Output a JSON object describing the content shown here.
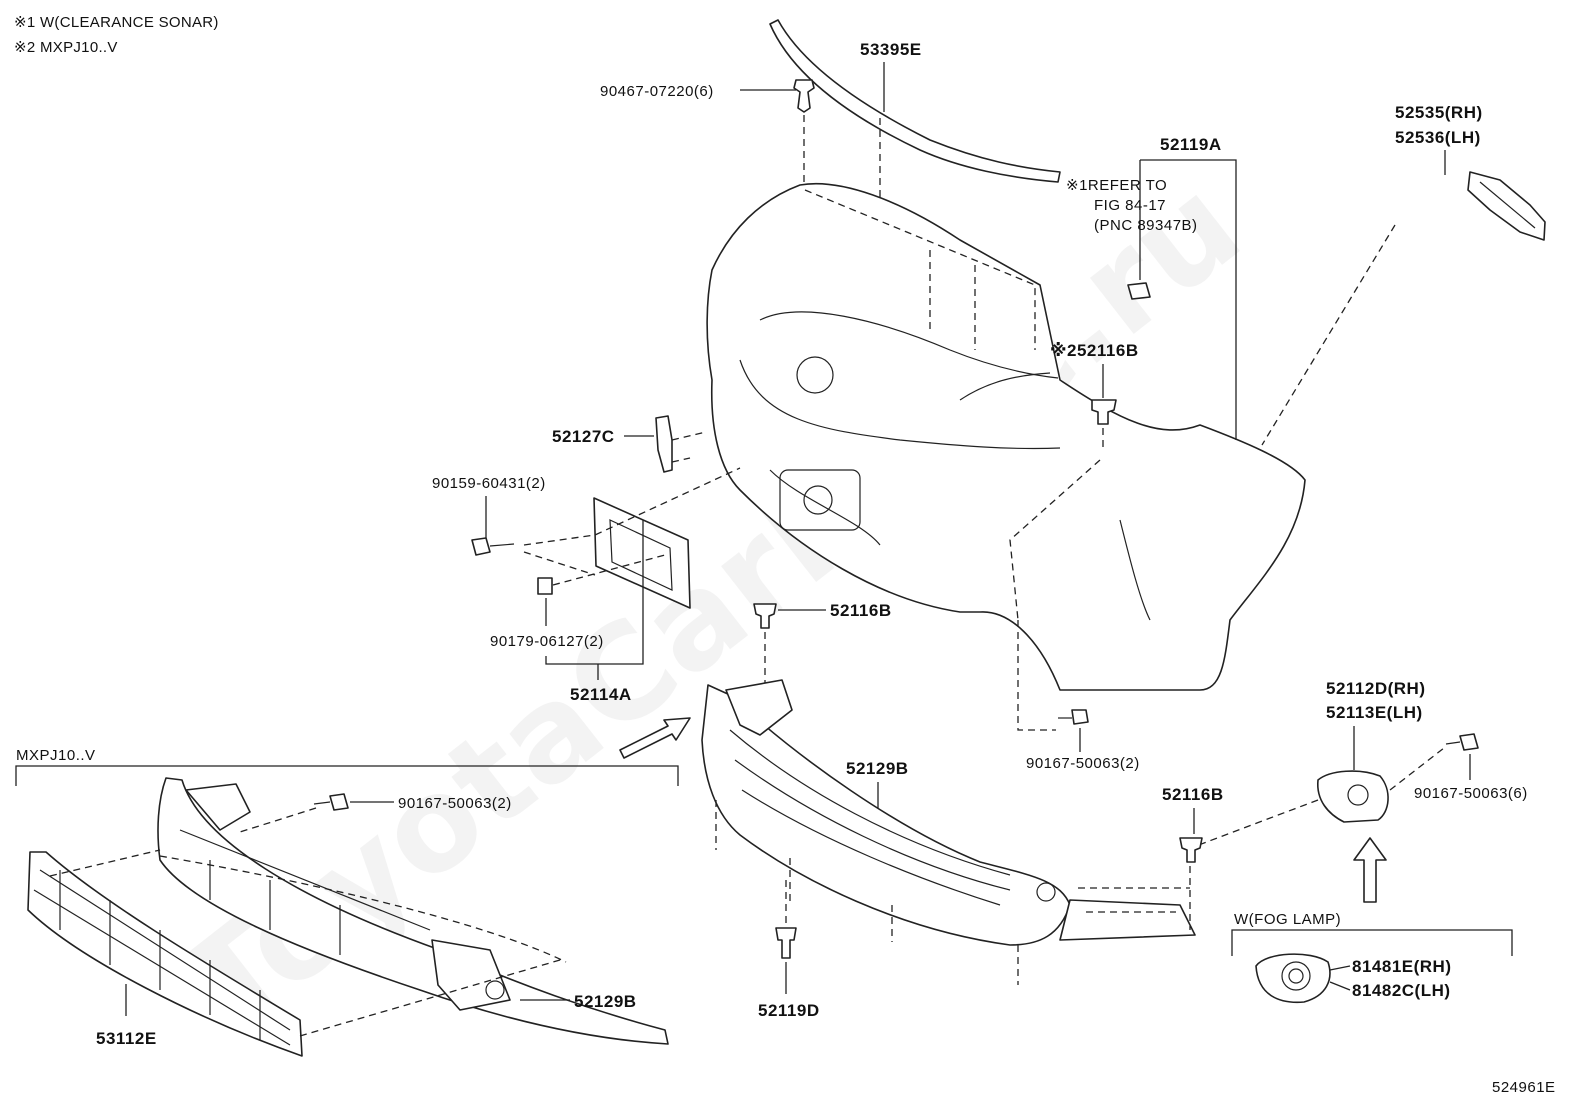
{
  "notes": {
    "note1": "※1 W(CLEARANCE SONAR)",
    "note2": "※2 MXPJ10..V"
  },
  "labels": {
    "p53395E": "53395E",
    "p90467": "90467-07220(6)",
    "p52119A": "52119A",
    "ref1": "※1REFER TO",
    "ref2": "FIG 84-17",
    "ref3": "(PNC 89347B)",
    "p52535": "52535(RH)",
    "p52536": "52536(LH)",
    "p52116B_top": "※252116B",
    "p52127C": "52127C",
    "p90159": "90159-60431(2)",
    "p90179": "90179-06127(2)",
    "p52114A": "52114A",
    "p52116B_mid": "52116B",
    "p90167_center": "90167-50063(2)",
    "p52112D": "52112D(RH)",
    "p52113E": "52113E(LH)",
    "p90167_right": "90167-50063(6)",
    "p52129B_main": "52129B",
    "p52116B_low": "52116B",
    "p52119D": "52119D",
    "p81481E": "81481E(RH)",
    "p81482C": "81482C(LH)",
    "mxpj_box": "MXPJ10..V",
    "p90167_left": "90167-50063(2)",
    "p53112E": "53112E",
    "p52129B_left": "52129B",
    "fog_box": "W(FOG LAMP)",
    "diagram_id": "524961E"
  },
  "watermark": "ToyotaCarMine.ru"
}
